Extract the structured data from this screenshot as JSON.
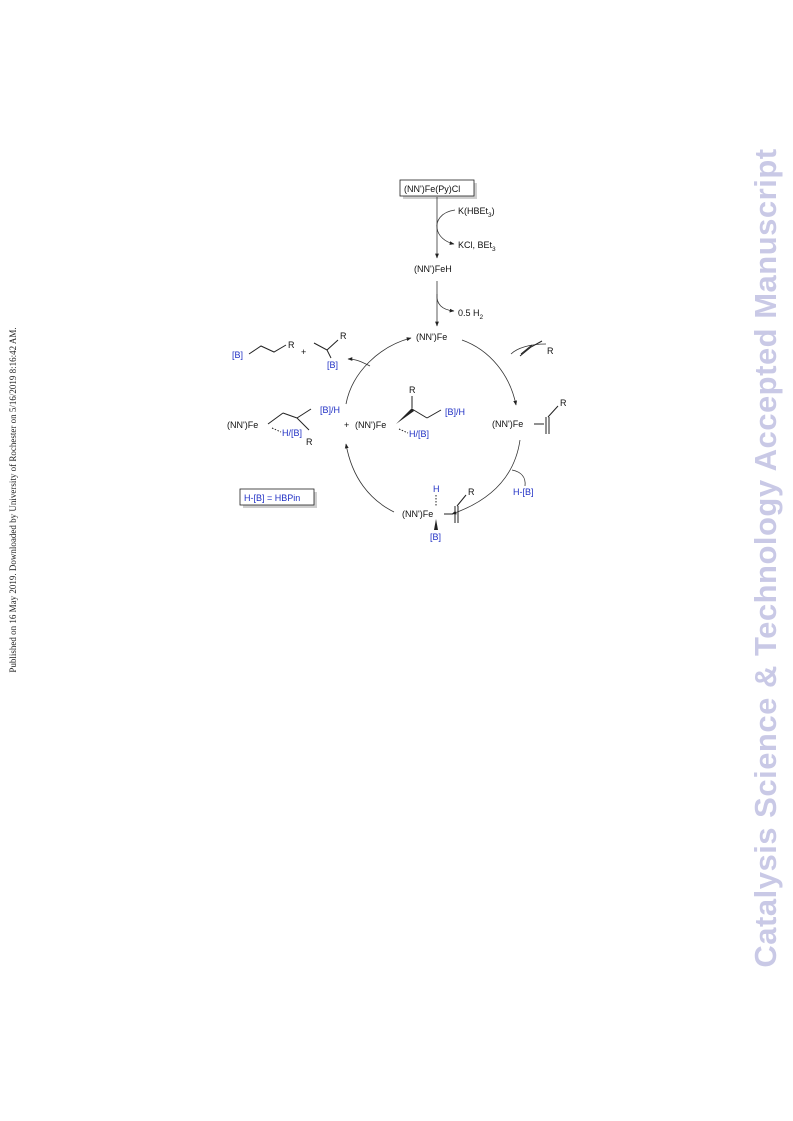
{
  "sidebar_left": "Published on 16 May 2019. Downloaded by University of Rochester on 5/16/2019 8:16:42 AM.",
  "watermark": "Catalysis Science & Technology Accepted Manuscript",
  "scheme": {
    "precatalyst": "(NN')Fe(Py)Cl",
    "reagent1": "K(HBEt",
    "reagent1_sub": "3",
    "reagent1_close": ")",
    "byproduct1": "KCl, BEt",
    "byproduct1_sub": "3",
    "hydride": "(NN')FeH",
    "h2_loss": "0.5 H",
    "h2_sub": "2",
    "active": "(NN')Fe",
    "alkene_r": "R",
    "alkene_complex_fe": "(NN')Fe",
    "alkene_complex_r": "R",
    "hb_add": "H-[B]",
    "ox_fe": "(NN')Fe",
    "ox_h": "H",
    "ox_b": "[B]",
    "ox_r": "R",
    "alkyl1_fe": "(NN')Fe",
    "alkyl1_bh": "[B]/H",
    "alkyl1_hb": "H/[B]",
    "alkyl1_r": "R",
    "plus1": "+",
    "alkyl2_fe": "(NN')Fe",
    "alkyl2_r": "R",
    "alkyl2_bh": "[B]/H",
    "alkyl2_hb": "H/[B]",
    "prod_linear_b": "[B]",
    "prod_linear_r": "R",
    "plus2": "+",
    "prod_branched_r": "R",
    "prod_branched_b": "[B]",
    "legend": "H-[B] = HBPin"
  }
}
